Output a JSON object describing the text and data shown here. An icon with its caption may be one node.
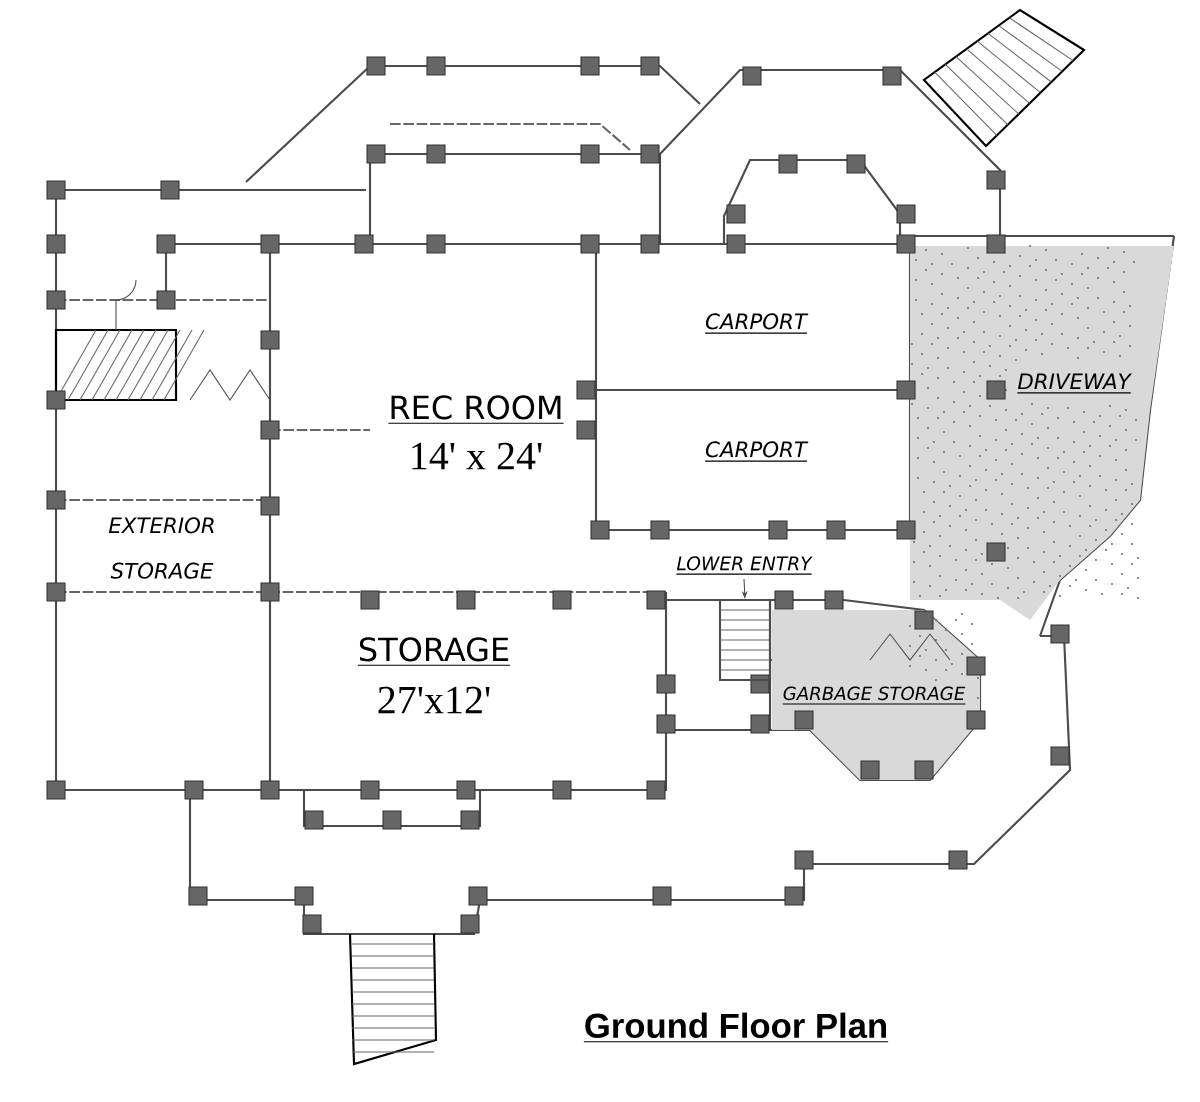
{
  "diagram": {
    "title": "Ground Floor Plan",
    "nodes": [
      {
        "text": [
          "LOWER ENTRY"
        ]
      },
      {
        "text": [],
        "shape": "stairs"
      }
    ],
    "edges": [
      {
        "from": 0,
        "to": 1,
        "arrow": "to"
      }
    ],
    "labels": [
      "CARPORT",
      "DRIVEWAY",
      "REC ROOM",
      "14' x 24'",
      "CARPORT",
      "EXTERIOR STORAGE",
      "STORAGE",
      "27'x12'",
      "GARBAGE STORAGE"
    ]
  }
}
